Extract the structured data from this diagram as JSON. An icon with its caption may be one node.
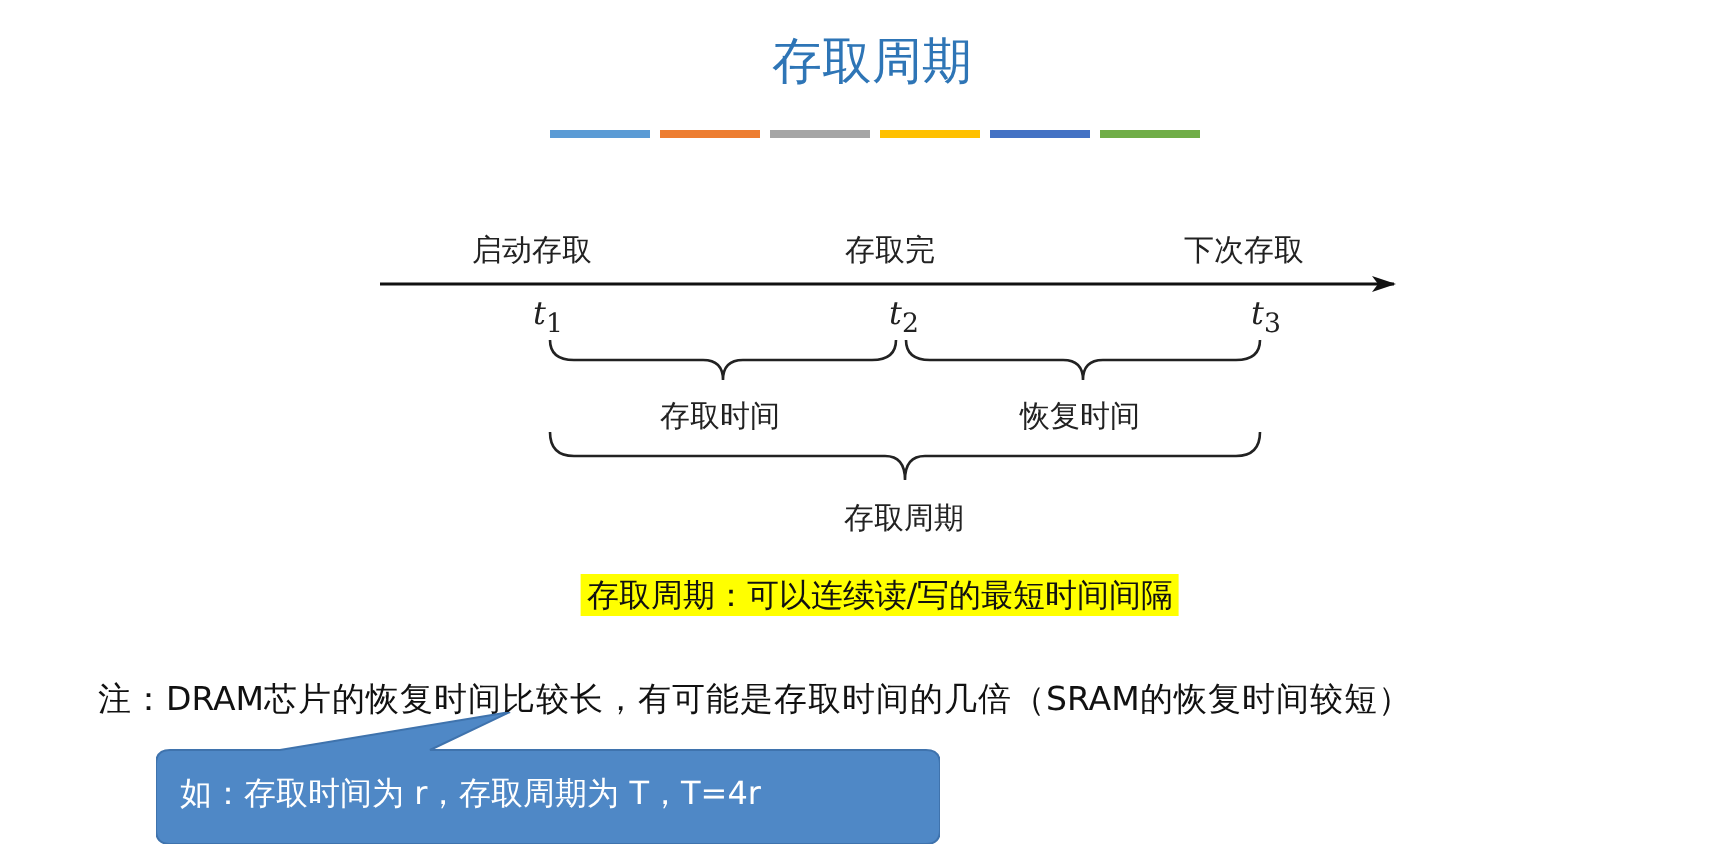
{
  "diagram": {
    "title": "存取周期",
    "nodes": [
      {
        "text": [
          "如：存取时间为 r，存取周期为 T，T=4r"
        ]
      }
    ],
    "edges": [],
    "labels": [
      "启动存取",
      "存取完",
      "下次存取",
      "*t*$_{1}$",
      "*t*$_{2}$",
      "*t*$_{3}$",
      "存取时间",
      "恢复时间",
      "存取周期",
      "存取周期：可以连续读/写的最短时间间隔",
      "注：DRAM芯片的恢复时间比较长，有可能是存取时间的几倍（SRAM的恢复时间较短）"
    ]
  }
}
